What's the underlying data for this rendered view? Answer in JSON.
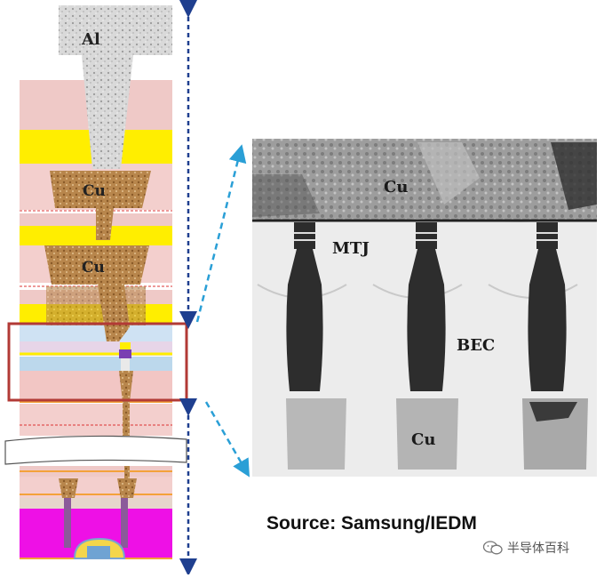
{
  "left_stack": {
    "label_al": "Al",
    "label_cu_upper": "Cu",
    "label_cu_lower": "Cu"
  },
  "tem_image": {
    "label_cu_top": "Cu",
    "label_mtj": "MTJ",
    "label_bec": "BEC",
    "label_cu_bottom": "Cu"
  },
  "caption": {
    "source": "Source: Samsung/IEDM"
  },
  "watermark": {
    "text": "半导体百科",
    "icon": "wechat-icon"
  },
  "colors": {
    "yellow_layer": "#ffee00",
    "pink_layer": "#efc9c7",
    "magenta_substrate": "#ee10e6",
    "copper": "#b07a3e",
    "highlight_box": "#b23a36",
    "dashed_arrow": "#2a9fd6",
    "dimension_arrow": "#1f3f8f"
  }
}
